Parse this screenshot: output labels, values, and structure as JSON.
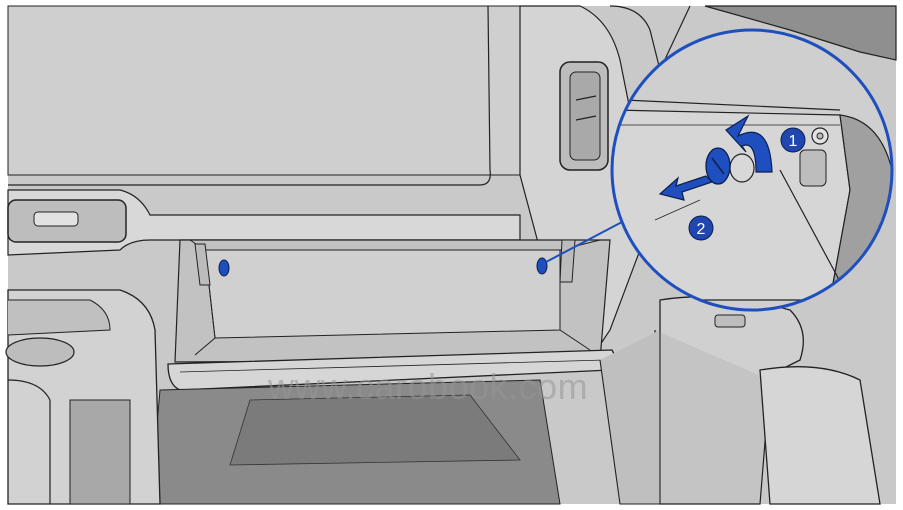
{
  "watermark": "www.carobook.com",
  "callouts": [
    {
      "number": "1",
      "meaning": "rotate"
    },
    {
      "number": "2",
      "meaning": "pull out"
    }
  ],
  "colors": {
    "background": "#c8c8c8",
    "panel_light": "#d6d6d6",
    "panel_dark": "#9c9c9c",
    "line": "#222222",
    "accent_blue": "#1f4fbf",
    "callout_blue": "#2047b0",
    "watermark": "#9a9a9a"
  },
  "icons": [
    "clip-icon",
    "rotate-arrow-icon",
    "pull-arrow-icon",
    "zoom-circle-icon"
  ]
}
